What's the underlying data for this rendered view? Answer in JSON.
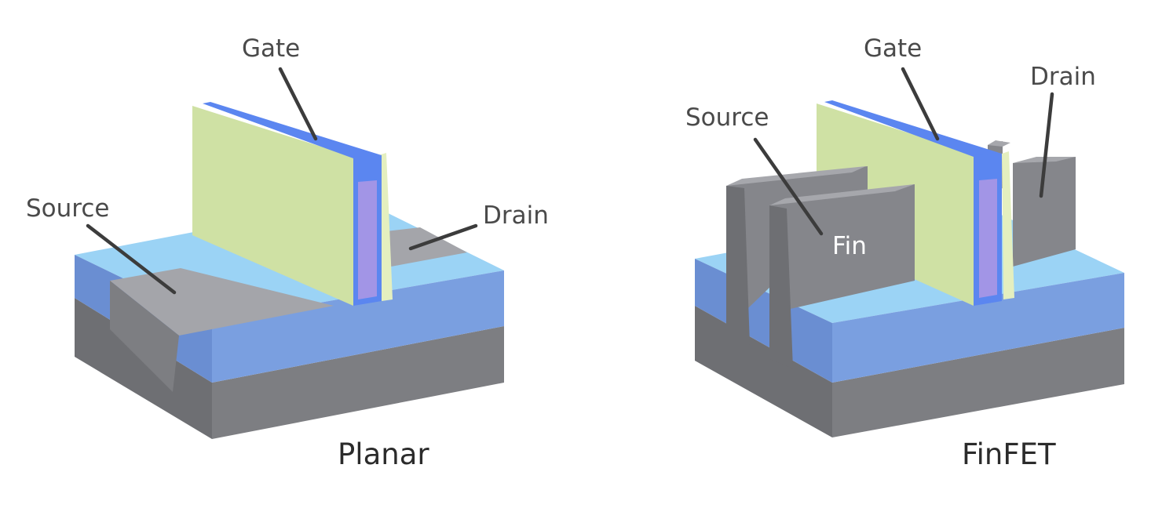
{
  "planar": {
    "caption": "Planar",
    "labels": {
      "gate": "Gate",
      "source": "Source",
      "drain": "Drain"
    }
  },
  "finfet": {
    "caption": "FinFET",
    "labels": {
      "gate": "Gate",
      "source": "Source",
      "drain": "Drain",
      "fin": "Fin"
    }
  },
  "colors": {
    "substrate_top": "#9a9b9f",
    "substrate_front": "#7d7e82",
    "substrate_side": "#6e6f73",
    "oxide_top": "#9bd3f5",
    "oxide_front": "#7a9fe0",
    "oxide_side": "#6a8ed2",
    "source_drain": "#a4a5aa",
    "gate_face": "#cfe1a4",
    "gate_edge": "#e4efbf",
    "gate_metal": "#5b86f0",
    "gate_core": "#a295e6",
    "fin_face": "#85868b",
    "fin_top": "#a6a7ac"
  }
}
